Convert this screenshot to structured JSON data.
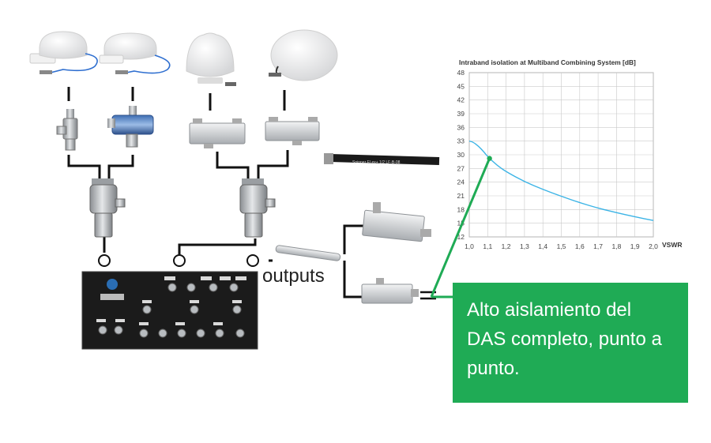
{
  "chart_data": {
    "type": "line",
    "title": "Intraband isolation at Multiband Combining System [dB]",
    "xlabel": "VSWR",
    "ylabel": "",
    "xlim": [
      1.0,
      2.0
    ],
    "ylim": [
      12,
      48
    ],
    "xticks": [
      "1,0",
      "1,1",
      "1,2",
      "1,3",
      "1,4",
      "1,5",
      "1,6",
      "1,7",
      "1,8",
      "1,9",
      "2,0"
    ],
    "yticks": [
      12,
      15,
      18,
      21,
      24,
      27,
      30,
      33,
      36,
      39,
      42,
      45,
      48
    ],
    "grid": true,
    "series": [
      {
        "x": [
          1.0,
          1.02,
          1.05,
          1.08,
          1.1,
          1.15,
          1.2,
          1.3,
          1.4,
          1.5,
          1.6,
          1.7,
          1.8,
          1.9,
          2.0
        ],
        "y": [
          33,
          32.8,
          31.9,
          30.6,
          29.6,
          27.7,
          26.3,
          24.1,
          22.4,
          20.9,
          19.5,
          18.3,
          17.3,
          16.4,
          15.6
        ]
      }
    ],
    "marker": {
      "x": 1.11,
      "y": 29.2
    },
    "colors": {
      "line": "#3cb4e6",
      "marker": "#1fab55"
    }
  },
  "labels": {
    "outputs": "outputs",
    "callout": "Alto aislamiento del DAS completo, punto a punto."
  },
  "cable_text": "Spinner FLex+ 1/2 LF-B-08",
  "colors": {
    "callout_bg": "#1fab55",
    "connector_line": "#1fab55",
    "wiring": "#111111"
  }
}
